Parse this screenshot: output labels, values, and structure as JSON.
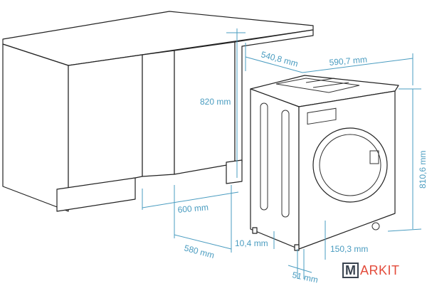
{
  "dimensions": {
    "depth": "540,8 mm",
    "width": "590,7 mm",
    "cabinet_height": "820 mm",
    "machine_height": "810,6 mm",
    "cabinet_depth": "600 mm",
    "niche_depth": "580 mm",
    "foot_height": "10,4 mm",
    "plinth_offset": "150,3 mm",
    "foot_offset": "51 mm"
  },
  "logo": {
    "m": "M",
    "rest": "ARKIT"
  },
  "colors": {
    "dimension": "#4a9cc0",
    "logo_red": "#e34b3b",
    "logo_dark": "#3a4450"
  }
}
